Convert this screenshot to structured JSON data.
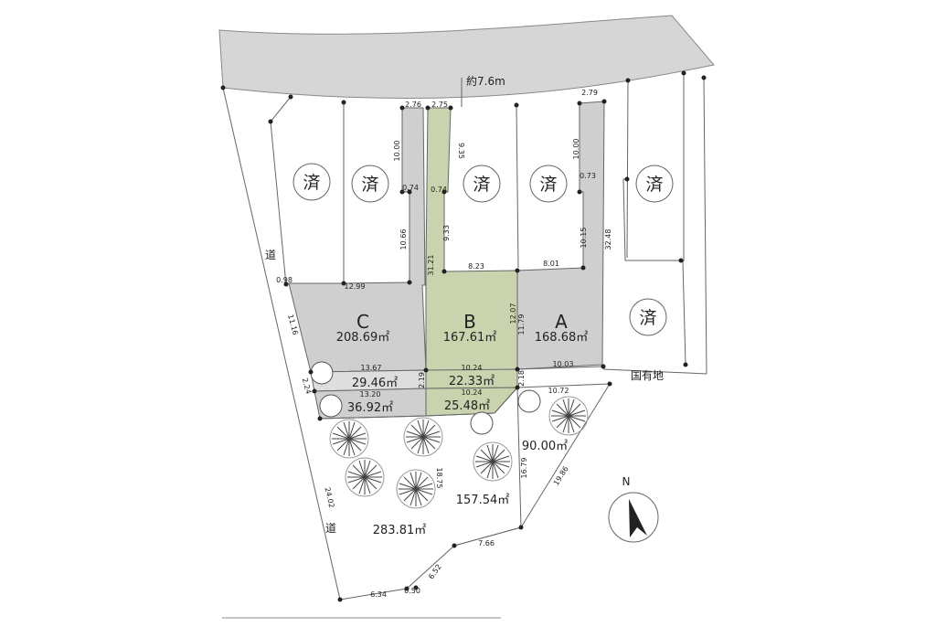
{
  "road_top_width": "約7.6m",
  "road_labels": [
    "道",
    "道",
    "国有地"
  ],
  "lots": {
    "A": {
      "letter": "A",
      "area": "168.68㎡"
    },
    "B": {
      "letter": "B",
      "area": "167.61㎡"
    },
    "C": {
      "letter": "C",
      "area": "208.69㎡"
    }
  },
  "sold_marks": [
    "済",
    "済",
    "済",
    "済",
    "済",
    "済"
  ],
  "strip_areas": [
    "29.46㎡",
    "22.33㎡",
    "36.92㎡",
    "25.48㎡"
  ],
  "other_areas": [
    "90.00㎡",
    "157.54㎡",
    "283.81㎡"
  ],
  "dimensions": {
    "d276": "2.76",
    "d275": "2.75",
    "d279": "2.79",
    "d1000a": "10.00",
    "d935": "9.35",
    "d1000b": "10.00",
    "d074a": "0.74",
    "d074b": "0.74",
    "d073": "0.73",
    "d1066": "10.66",
    "d933": "9.33",
    "d1015": "10.15",
    "d3248": "32.48",
    "d3121": "31.21",
    "d823": "8.23",
    "d801": "8.01",
    "d098": "0.98",
    "d1299": "12.99",
    "d1116": "11.16",
    "d1207": "12.07",
    "d1179": "11.79",
    "d1367": "13.67",
    "d1024a": "10.24",
    "d1003": "10.03",
    "d219": "2.19",
    "d218": "2.18",
    "d224": "2.24",
    "d1320": "13.20",
    "d1024b": "10.24",
    "d1072": "10.72",
    "d1679": "16.79",
    "d1986": "19.86",
    "d1875": "18.75",
    "d2402": "24.02",
    "d766": "7.66",
    "d652": "6.52",
    "d634": "6.34",
    "d050": "0.50"
  },
  "compass": "N",
  "colors": {
    "road": "#d6d6d6",
    "lot_gray": "#cfcfcf",
    "lot_b_green": "#c9d3ad",
    "strip_light": "#dedede"
  }
}
